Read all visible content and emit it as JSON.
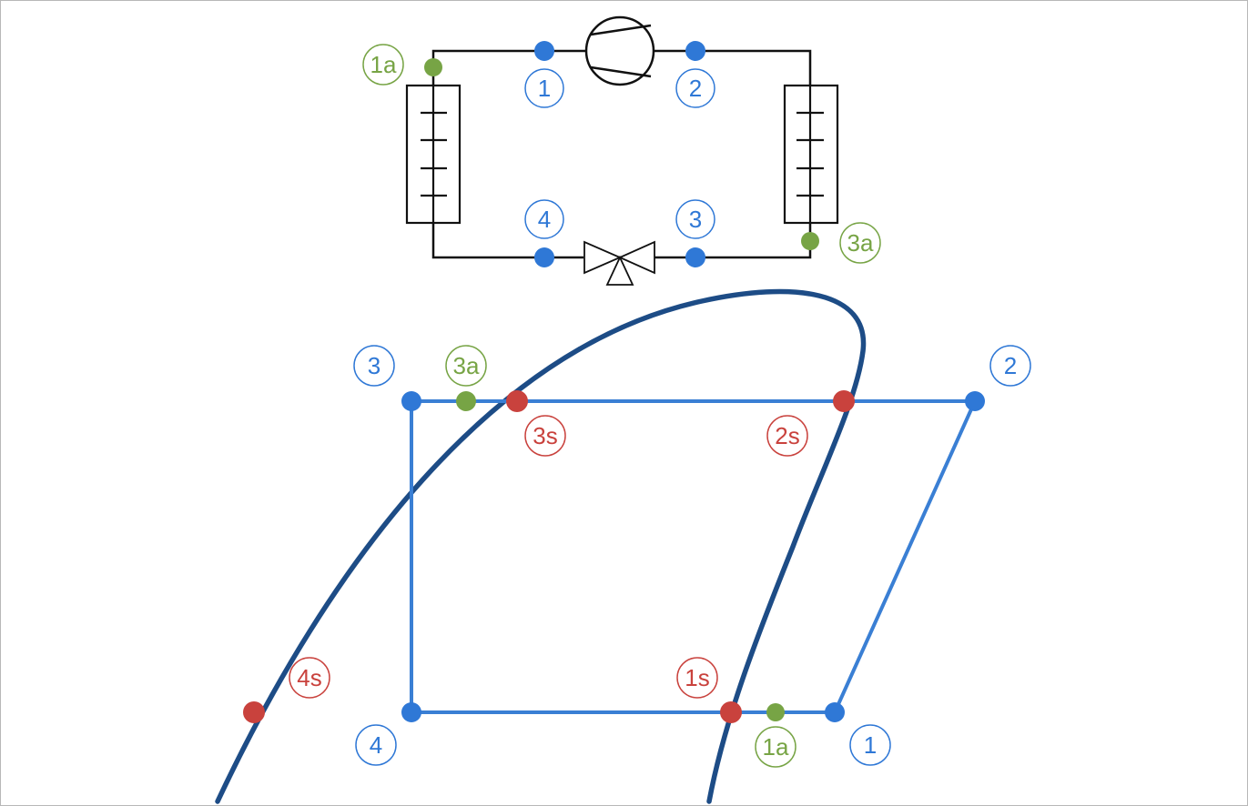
{
  "colors": {
    "blue": "#2f78d6",
    "cycle_line": "#3a7fd4",
    "dome": "#1d4c86",
    "red": "#c9423d",
    "red_label": "#c9423d",
    "green": "#77a445",
    "black": "#111111"
  },
  "schematic": {
    "points": [
      {
        "id": "1",
        "label": "1",
        "kind": "blue"
      },
      {
        "id": "2",
        "label": "2",
        "kind": "blue"
      },
      {
        "id": "3",
        "label": "3",
        "kind": "blue"
      },
      {
        "id": "4",
        "label": "4",
        "kind": "blue"
      },
      {
        "id": "1a",
        "label": "1a",
        "kind": "green"
      },
      {
        "id": "3a",
        "label": "3a",
        "kind": "green"
      }
    ],
    "components": {
      "compressor": "compressor-icon",
      "expansion_valve": "expansion-valve-icon",
      "evaporator": "evaporator-heat-exchanger",
      "condenser": "condenser-heat-exchanger"
    }
  },
  "cycle_diagram": {
    "points": [
      {
        "id": "1",
        "label": "1",
        "kind": "blue"
      },
      {
        "id": "2",
        "label": "2",
        "kind": "blue"
      },
      {
        "id": "3",
        "label": "3",
        "kind": "blue"
      },
      {
        "id": "4",
        "label": "4",
        "kind": "blue"
      },
      {
        "id": "1a",
        "label": "1a",
        "kind": "green"
      },
      {
        "id": "3a",
        "label": "3a",
        "kind": "green"
      },
      {
        "id": "1s",
        "label": "1s",
        "kind": "red"
      },
      {
        "id": "2s",
        "label": "2s",
        "kind": "red"
      },
      {
        "id": "3s",
        "label": "3s",
        "kind": "red"
      },
      {
        "id": "4s",
        "label": "4s",
        "kind": "red"
      }
    ]
  }
}
